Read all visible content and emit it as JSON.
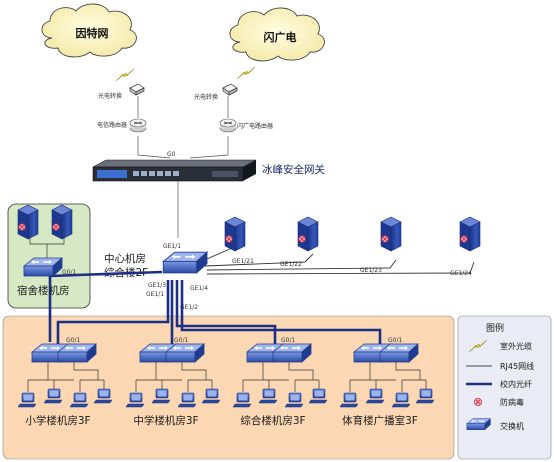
{
  "internet": {
    "cloud_left": "因特网",
    "cloud_right": "闪广电"
  },
  "wan": {
    "converter_left": "光电转换",
    "converter_right": "光电转换",
    "router_left": "电信路由器",
    "router_right": "闪广电路由器",
    "port_g0": "G0"
  },
  "gateway": {
    "label": "冰峰安全网关"
  },
  "core": {
    "label_line1": "中心机房",
    "label_line2": "综合楼2F",
    "port_ge1_1": "GE1/1",
    "port_ge1_21": "GE1/21",
    "port_ge1_22": "GE1/22",
    "port_ge1_23": "GE1/23",
    "port_ge1_24": "GE1/24",
    "port_ge1_3": "GE1/3",
    "port_ge1_4": "GE1/4",
    "port_ge1_1b": "GE1/1",
    "port_ge1_2": "GE1/2"
  },
  "dorm": {
    "label": "宿舍楼机房",
    "port": "G0/1"
  },
  "buildings": [
    {
      "label": "小学楼机房3F",
      "port": "G0/1"
    },
    {
      "label": "中学楼机房3F",
      "port": "G0/1"
    },
    {
      "label": "综合楼机房3F",
      "port": "G0/1"
    },
    {
      "label": "体育楼广播室3F",
      "port": "G0/1"
    }
  ],
  "legend": {
    "title": "图例",
    "items": [
      "室外光缆",
      "RJ45网线",
      "校内光纤",
      "防病毒",
      "交换机"
    ]
  },
  "colors": {
    "campus_bg": "#fbd8b3",
    "dorm_bg": "#d7e9c4",
    "legend_bg": "#e9ecf4",
    "fiber_line": "#1b2f86",
    "server_blue": "#2e4da8",
    "lightning": "#e8d21c"
  }
}
